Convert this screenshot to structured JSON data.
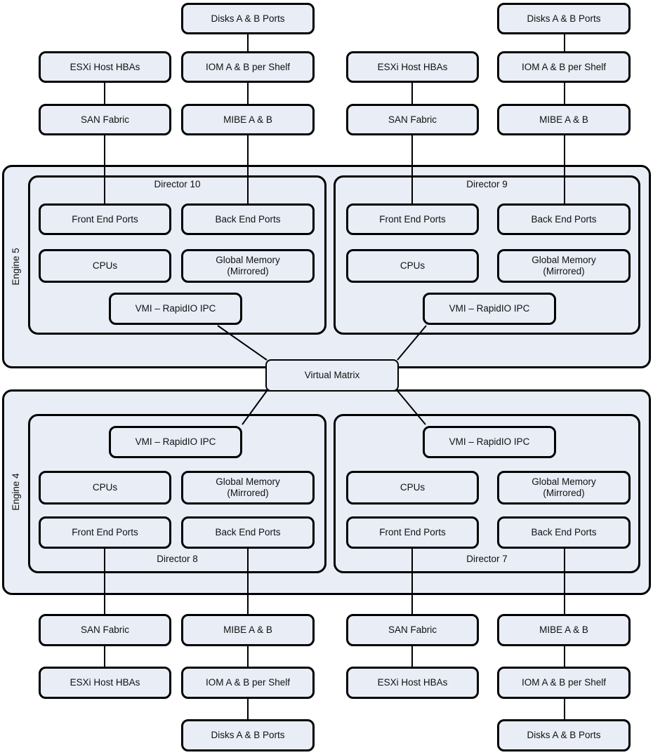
{
  "colors": {
    "box_fill": "#e8edf6",
    "box_border": "#000000",
    "connector_line": "#000000",
    "background": "#ffffff",
    "text": "#111111"
  },
  "top_stacks": [
    {
      "name": "host-stack-top-left",
      "items": [
        "ESXi Host HBAs",
        "SAN Fabric"
      ]
    },
    {
      "name": "disk-stack-top-left",
      "items": [
        "Disks A & B Ports",
        "IOM A & B per Shelf",
        "MIBE A & B"
      ]
    },
    {
      "name": "host-stack-top-right",
      "items": [
        "ESXi Host HBAs",
        "SAN Fabric"
      ]
    },
    {
      "name": "disk-stack-top-right",
      "items": [
        "Disks A & B Ports",
        "IOM A & B per Shelf",
        "MIBE A & B"
      ]
    }
  ],
  "engines": [
    {
      "label": "Engine 5",
      "directors": [
        {
          "title": "Director 10",
          "front_end": "Front End Ports",
          "back_end": "Back End Ports",
          "cpus": "CPUs",
          "global_memory": "Global Memory (Mirrored)",
          "vmi": "VMI – RapidIO IPC"
        },
        {
          "title": "Director 9",
          "front_end": "Front End Ports",
          "back_end": "Back End Ports",
          "cpus": "CPUs",
          "global_memory": "Global Memory (Mirrored)",
          "vmi": "VMI – RapidIO IPC"
        }
      ]
    },
    {
      "label": "Engine 4",
      "directors": [
        {
          "title": "Director 8",
          "front_end": "Front End Ports",
          "back_end": "Back End Ports",
          "cpus": "CPUs",
          "global_memory": "Global Memory (Mirrored)",
          "vmi": "VMI – RapidIO IPC"
        },
        {
          "title": "Director 7",
          "front_end": "Front End Ports",
          "back_end": "Back End Ports",
          "cpus": "CPUs",
          "global_memory": "Global Memory (Mirrored)",
          "vmi": "VMI – RapidIO IPC"
        }
      ]
    }
  ],
  "virtual_matrix": "Virtual Matrix",
  "bottom_stacks": [
    {
      "name": "host-stack-bottom-left",
      "items": [
        "SAN Fabric",
        "ESXi Host HBAs"
      ]
    },
    {
      "name": "disk-stack-bottom-left",
      "items": [
        "MIBE A & B",
        "IOM A & B per Shelf",
        "Disks A & B Ports"
      ]
    },
    {
      "name": "host-stack-bottom-right",
      "items": [
        "SAN Fabric",
        "ESXi Host HBAs"
      ]
    },
    {
      "name": "disk-stack-bottom-right",
      "items": [
        "MIBE A & B",
        "IOM A & B per Shelf",
        "Disks A & B Ports"
      ]
    }
  ]
}
